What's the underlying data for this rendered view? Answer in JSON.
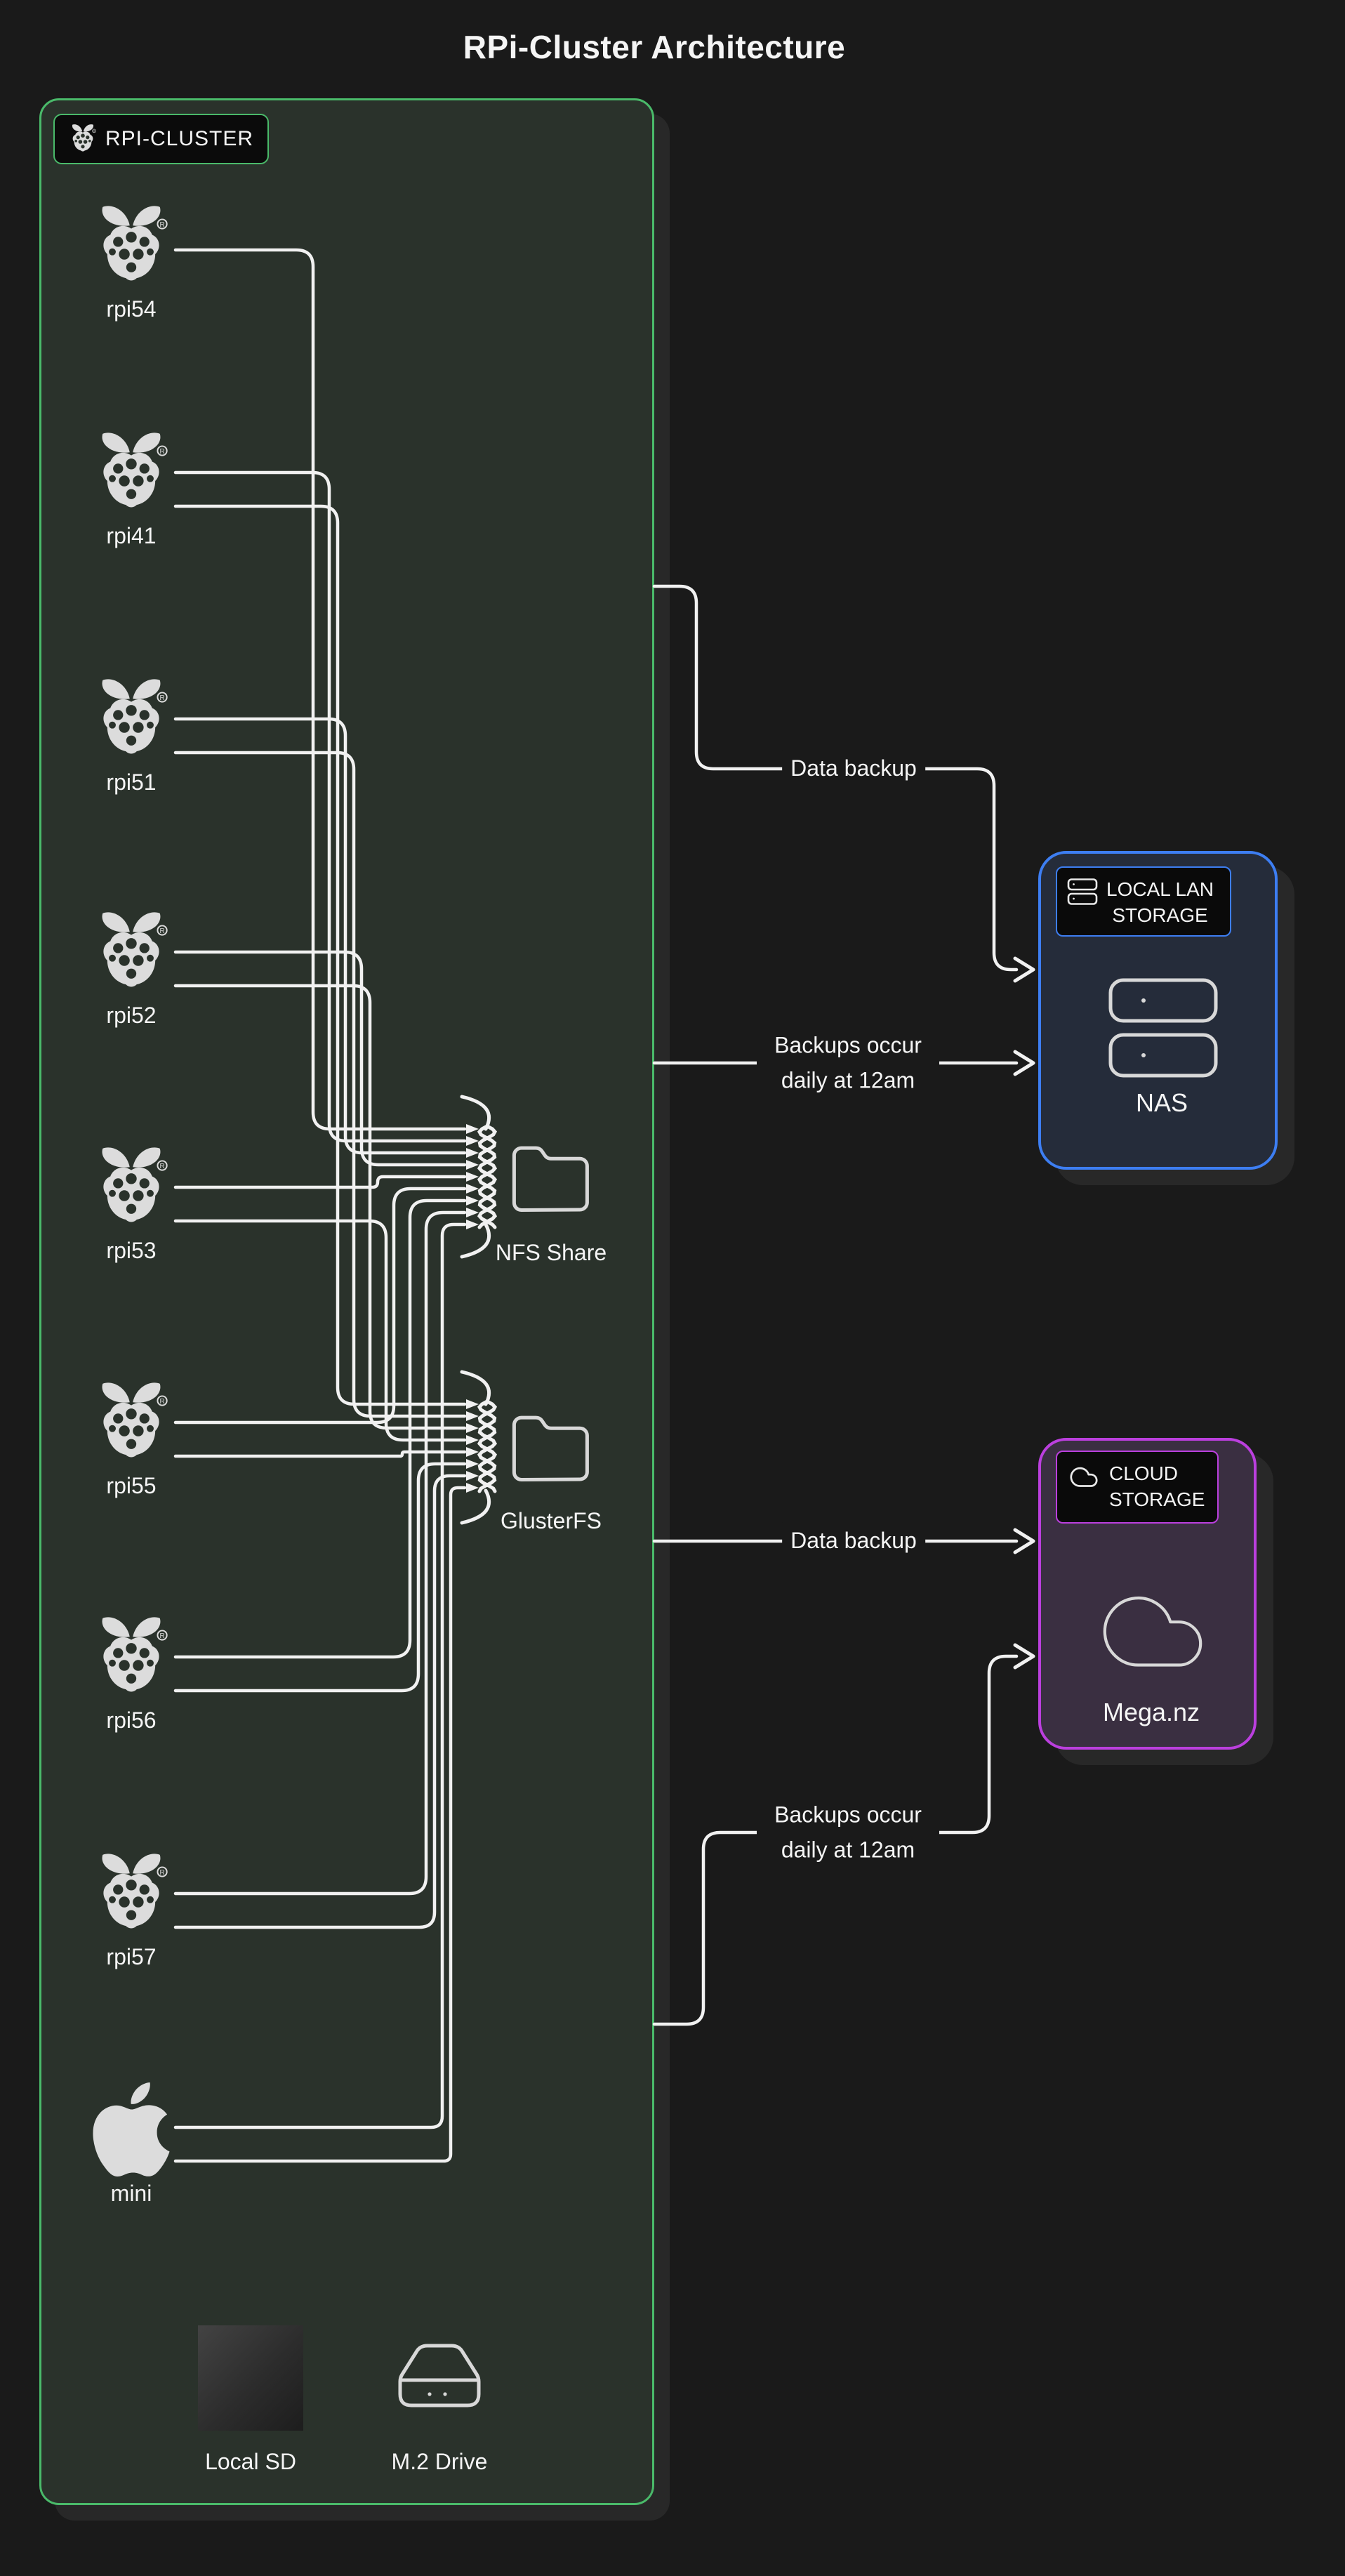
{
  "title": "RPi-Cluster Architecture",
  "cluster": {
    "badge": "RPI-CLUSTER",
    "nodes": [
      {
        "id": "rpi54",
        "label": "rpi54",
        "icon": "raspberry-pi-icon"
      },
      {
        "id": "rpi41",
        "label": "rpi41",
        "icon": "raspberry-pi-icon"
      },
      {
        "id": "rpi51",
        "label": "rpi51",
        "icon": "raspberry-pi-icon"
      },
      {
        "id": "rpi52",
        "label": "rpi52",
        "icon": "raspberry-pi-icon"
      },
      {
        "id": "rpi53",
        "label": "rpi53",
        "icon": "raspberry-pi-icon"
      },
      {
        "id": "rpi55",
        "label": "rpi55",
        "icon": "raspberry-pi-icon"
      },
      {
        "id": "rpi56",
        "label": "rpi56",
        "icon": "raspberry-pi-icon"
      },
      {
        "id": "rpi57",
        "label": "rpi57",
        "icon": "raspberry-pi-icon"
      },
      {
        "id": "mini",
        "label": "mini",
        "icon": "apple-icon"
      }
    ],
    "shares": [
      {
        "id": "nfs",
        "label": "NFS Share",
        "icon": "folder-icon"
      },
      {
        "id": "glusterfs",
        "label": "GlusterFS",
        "icon": "folder-icon"
      }
    ],
    "drives": [
      {
        "id": "local-sd",
        "label": "Local SD",
        "icon": "sd-card-icon"
      },
      {
        "id": "m2-drive",
        "label": "M.2 Drive",
        "icon": "m2-drive-icon"
      }
    ]
  },
  "external": {
    "nas": {
      "header_line1": "LOCAL LAN",
      "header_line2": "STORAGE",
      "header_icon": "server-stack-icon",
      "device_icon": "nas-icon",
      "label": "NAS",
      "accent": "#3d7ef2"
    },
    "cloud": {
      "header_line1": "CLOUD",
      "header_line2": "STORAGE",
      "header_icon": "cloud-icon",
      "device_icon": "cloud-icon",
      "label": "Mega.nz",
      "accent": "#bb3fde"
    }
  },
  "connections": [
    {
      "from": "rpi-cluster",
      "to": "nas",
      "label": "Data backup"
    },
    {
      "from": "rpi-cluster",
      "to": "nas",
      "label": "Backups occur daily at 12am"
    },
    {
      "from": "rpi-cluster",
      "to": "mega",
      "label": "Data backup"
    },
    {
      "from": "rpi-cluster",
      "to": "mega",
      "label": "Backups occur daily at 12am"
    }
  ],
  "colors": {
    "page_bg": "#1a1a1a",
    "cluster_bg": "#2a322b",
    "cluster_border": "#4aba6a",
    "nas_bg": "#252c3a",
    "nas_border": "#3d7ef2",
    "cloud_bg": "#3a2f41",
    "cloud_border": "#bb3fde",
    "line": "#f1f1f1",
    "icon": "#d8d8d8",
    "text": "#f5f5f5"
  }
}
